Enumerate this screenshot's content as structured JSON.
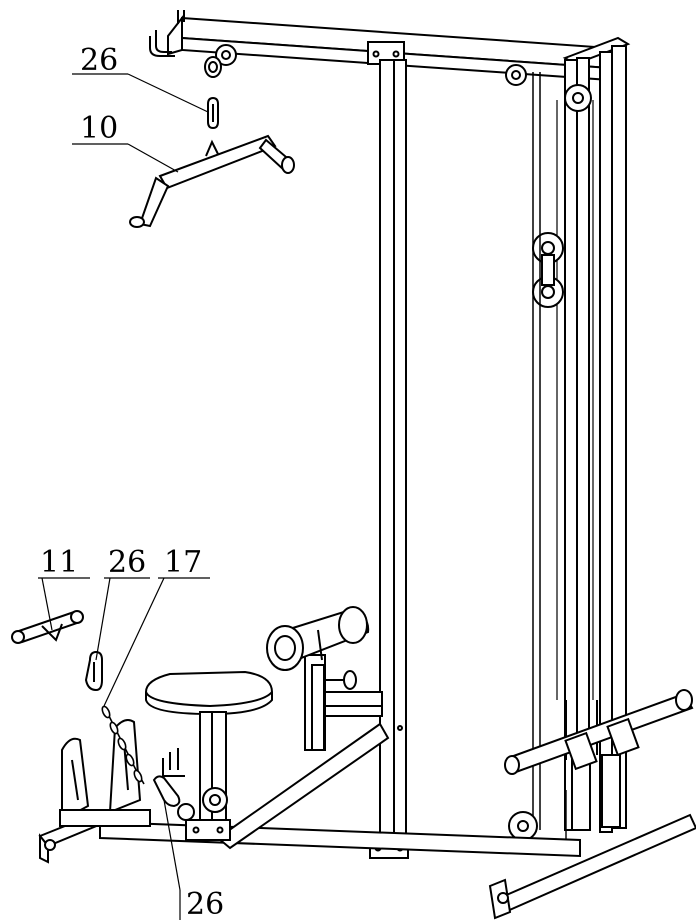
{
  "callouts": [
    {
      "id": "c26a",
      "label": "26"
    },
    {
      "id": "c10",
      "label": "10"
    },
    {
      "id": "c11",
      "label": "11"
    },
    {
      "id": "c26b",
      "label": "26"
    },
    {
      "id": "c17",
      "label": "17"
    },
    {
      "id": "c26c",
      "label": "26"
    }
  ]
}
